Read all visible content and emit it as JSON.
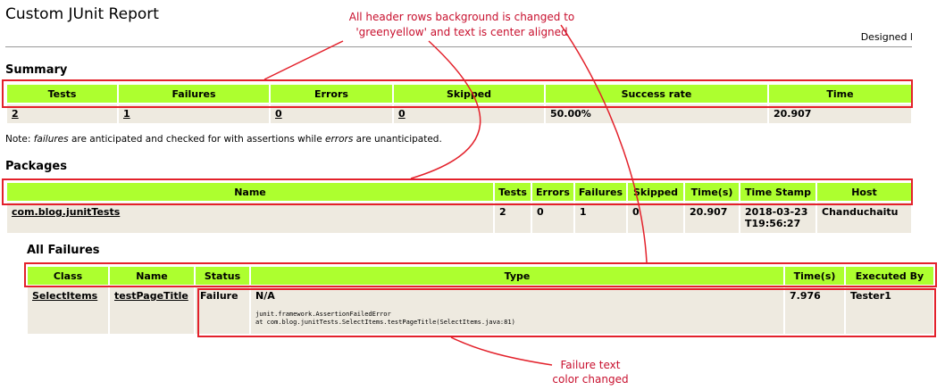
{
  "header": {
    "title": "Custom JUnit Report",
    "designed": "Designed l"
  },
  "summary": {
    "heading": "Summary",
    "columns": [
      "Tests",
      "Failures",
      "Errors",
      "Skipped",
      "Success rate",
      "Time"
    ],
    "row": [
      "2",
      "1",
      "0",
      "0",
      "50.00%",
      "20.907"
    ]
  },
  "note": {
    "prefix": "Note: ",
    "failures": "failures",
    "mid": " are anticipated and checked for with assertions while ",
    "errors": "errors",
    "suffix": " are unanticipated."
  },
  "packages": {
    "heading": "Packages",
    "columns": [
      "Name",
      "Tests",
      "Errors",
      "Failures",
      "Skipped",
      "Time(s)",
      "Time Stamp",
      "Host"
    ],
    "row": [
      "com.blog.junitTests",
      "2",
      "0",
      "1",
      "0",
      "20.907",
      "2018-03-23T19:56:27",
      "Chanduchaitu"
    ]
  },
  "failures": {
    "heading": "All Failures",
    "columns": [
      "Class",
      "Name",
      "Status",
      "Type",
      "Time(s)",
      "Executed By"
    ],
    "row": {
      "class": "SelectItems",
      "name": "testPageTitle",
      "status": "Failure",
      "type": "N/A",
      "trace1": "junit.framework.AssertionFailedError",
      "trace2": "at com.blog.junitTests.SelectItems.testPageTitle(SelectItems.java:81)",
      "time": "7.976",
      "executed_by": "Tester1"
    }
  },
  "annotations": {
    "header_line1": "All header rows background is changed to",
    "header_line2": "'greenyellow' and text is center aligned",
    "failure_line1": "Failure text",
    "failure_line2": "color changed"
  },
  "colors": {
    "header_bg": "#adff2f",
    "cell_bg": "#eeeae0",
    "annotation": "#e3212b"
  }
}
